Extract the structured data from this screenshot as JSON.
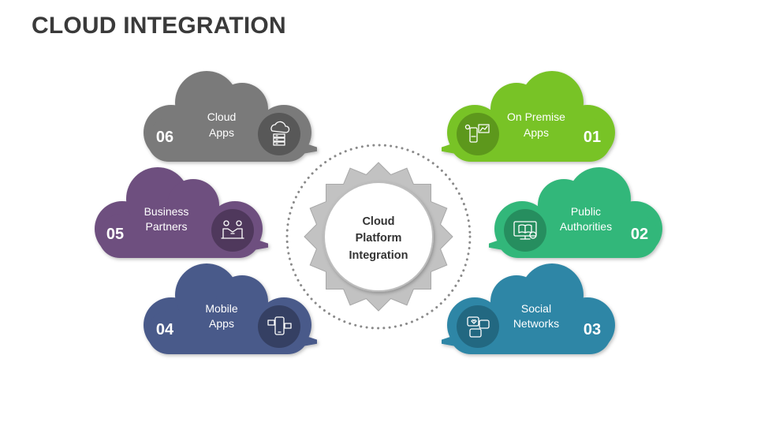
{
  "title": "CLOUD INTEGRATION",
  "center": {
    "lines": [
      "Cloud",
      "Platform",
      "Integration"
    ]
  },
  "items": [
    {
      "number": "01",
      "lines": [
        "On Premise",
        "Apps"
      ],
      "color": "#78c326",
      "icon": "mobile-analytics-icon"
    },
    {
      "number": "02",
      "lines": [
        "Public",
        "Authorities"
      ],
      "color": "#33b77a",
      "icon": "book-monitor-icon"
    },
    {
      "number": "03",
      "lines": [
        "Social",
        "Networks"
      ],
      "color": "#2e86a6",
      "icon": "social-chat-icon"
    },
    {
      "number": "04",
      "lines": [
        "Mobile",
        "Apps"
      ],
      "color": "#4a5a8a",
      "icon": "mobile-apps-icon"
    },
    {
      "number": "05",
      "lines": [
        "Business",
        "Partners"
      ],
      "color": "#6e4f7f",
      "icon": "handshake-icon"
    },
    {
      "number": "06",
      "lines": [
        "Cloud",
        "Apps"
      ],
      "color": "#7a7a7a",
      "icon": "cloud-server-icon"
    }
  ]
}
